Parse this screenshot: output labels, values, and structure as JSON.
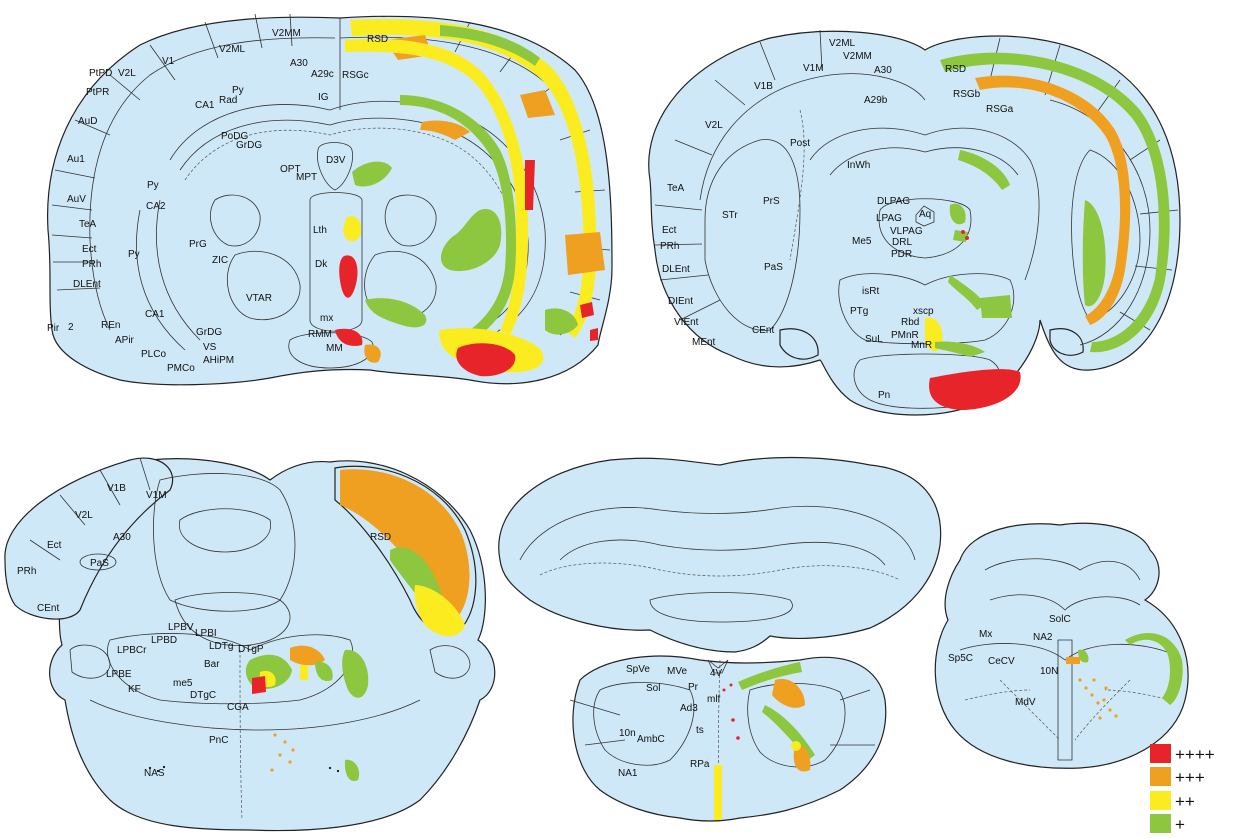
{
  "colors": {
    "very_strong": "#e8242b",
    "strong": "#f0a020",
    "moderate": "#fbec1f",
    "weak": "#8dc63f",
    "tissue": "#cfe8f7"
  },
  "legend": [
    {
      "symbol": "++++",
      "color": "#e8242b"
    },
    {
      "symbol": "+++",
      "color": "#f0a020"
    },
    {
      "symbol": "++",
      "color": "#fbec1f"
    },
    {
      "symbol": "+",
      "color": "#8dc63f"
    }
  ],
  "section1": {
    "labels": [
      "RSD",
      "V2MM",
      "A30",
      "V2ML",
      "V1",
      "PtPD",
      "V2L",
      "PtPR",
      "AuD",
      "Au1",
      "AuV",
      "TeA",
      "Ect",
      "PRh",
      "DLEnt",
      "Pir",
      "2",
      "A29c",
      "RSGc",
      "IG",
      "Py",
      "Rad",
      "CA1",
      "PoDG",
      "GrDG",
      "OPT",
      "MPT",
      "D3V",
      "Py",
      "CA2",
      "Py",
      "Lth",
      "Dk",
      "PrG",
      "ZIC",
      "VTAR",
      "REn",
      "CA1",
      "APir",
      "PLCo",
      "PMCo",
      "AHiPM",
      "VS",
      "GrDG",
      "mx",
      "RMM",
      "MM"
    ]
  },
  "section2": {
    "labels": [
      "RSD",
      "RSGb",
      "RSGa",
      "V2ML",
      "V2MM",
      "A30",
      "V1M",
      "A29b",
      "V1B",
      "V2L",
      "TeA",
      "Ect",
      "PRh",
      "DLEnt",
      "DIEnt",
      "VIEnt",
      "MEnt",
      "Post",
      "InWh",
      "PrS",
      "STr",
      "PaS",
      "CEnt",
      "DLPAG",
      "Aq",
      "LPAG",
      "VLPAG",
      "Me5",
      "DRL",
      "PDR",
      "isRt",
      "PTg",
      "xscp",
      "PMnR",
      "Rbd",
      "MnR",
      "SuL",
      "Pn"
    ]
  },
  "section3": {
    "labels": [
      "V1B",
      "V1M",
      "V2L",
      "A30",
      "Ect",
      "PaS",
      "RSD",
      "PRh",
      "CEnt",
      "LPBV",
      "LPBD",
      "LPBI",
      "LPBCr",
      "LDTg",
      "DTgP",
      "LPBE",
      "Bar",
      "me5",
      "KF",
      "DTgC",
      "CGA",
      "PnC",
      "NAS"
    ]
  },
  "section4": {
    "labels": [
      "SpVe",
      "MVe",
      "4V",
      "Sol",
      "Pr",
      "mlf",
      "Ad3",
      "ts",
      "10n",
      "AmbC",
      "NA1",
      "RPa"
    ]
  },
  "section5": {
    "labels": [
      "SolC",
      "Mx",
      "NA2",
      "Sp5C",
      "CeCV",
      "10N",
      "MdV"
    ]
  }
}
